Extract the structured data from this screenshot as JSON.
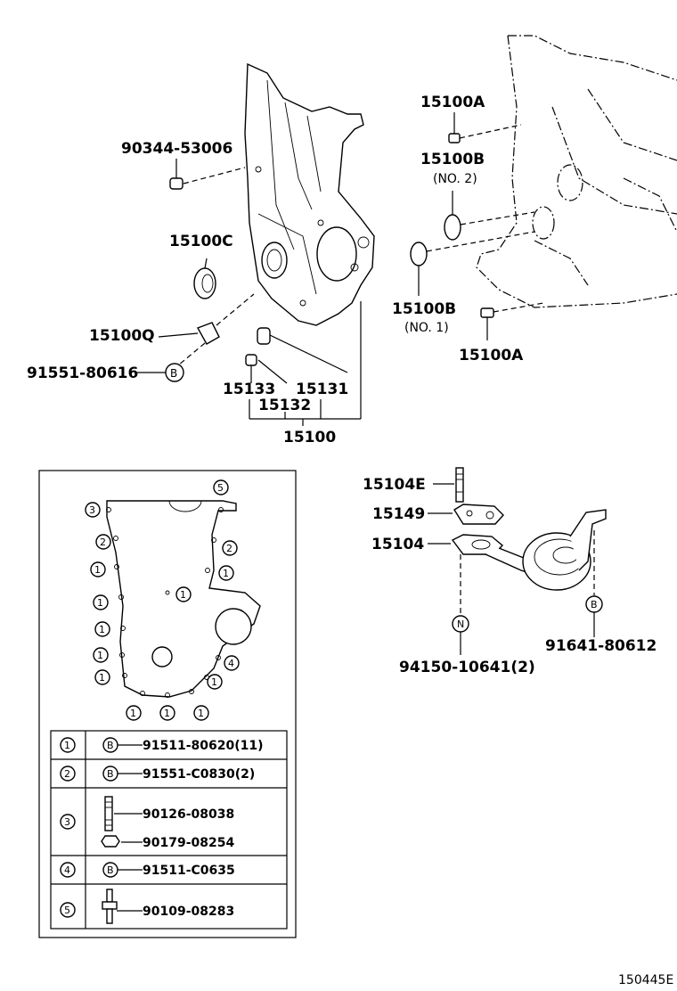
{
  "parts": {
    "p90344": "90344-53006",
    "p15100C": "15100C",
    "p15100Q": "15100Q",
    "p91551_80616": "91551-80616",
    "p15133": "15133",
    "p15131": "15131",
    "p15132": "15132",
    "p15100": "15100",
    "p15100A_top": "15100A",
    "p15100B_no2": "15100B",
    "no2": "(NO. 2)",
    "p15100B_no1": "15100B",
    "no1": "(NO. 1)",
    "p15100A_bottom": "15100A",
    "p15104E": "15104E",
    "p15149": "15149",
    "p15104": "15104",
    "p94150": "94150-10641(2)",
    "p91641": "91641-80612"
  },
  "symbols": {
    "b": "B",
    "n": "N"
  },
  "bolt_markers": [
    "1",
    "2",
    "3",
    "4",
    "5"
  ],
  "bolt_table": [
    {
      "index": "1",
      "sym": "B",
      "part": "91511-80620(11)"
    },
    {
      "index": "2",
      "sym": "B",
      "part": "91551-C0830(2)"
    },
    {
      "index": "3",
      "sym": "",
      "part": "90126-08038",
      "part2": "90179-08254"
    },
    {
      "index": "4",
      "sym": "B",
      "part": "91511-C0635"
    },
    {
      "index": "5",
      "sym": "",
      "part": "90109-08283"
    }
  ],
  "figure_id": "150445E"
}
